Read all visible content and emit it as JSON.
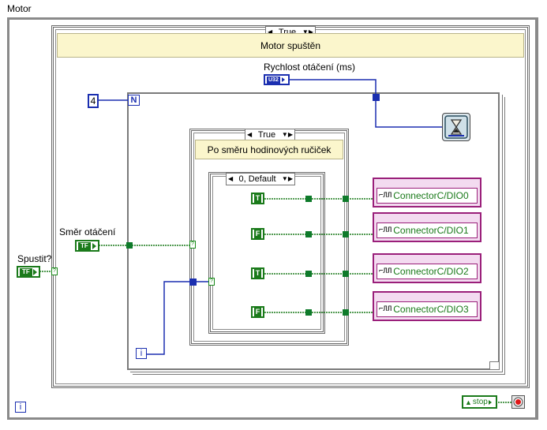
{
  "window": {
    "title": "Motor"
  },
  "outer_case": {
    "selector_value": "True",
    "label": "Motor spuštěn"
  },
  "speed_control": {
    "label": "Rychlost otáčení (ms)",
    "type_badge": "U32"
  },
  "for_loop": {
    "count_constant": "4",
    "count_terminal": "N",
    "iteration_terminal": "i"
  },
  "inner_case": {
    "selector_value": "True",
    "label": "Po směru hodinových ručiček"
  },
  "index_case": {
    "selector_value": "0, Default"
  },
  "direction_control": {
    "label": "Směr otáčení",
    "badge": "TF"
  },
  "start_control": {
    "label": "Spustit?",
    "badge": "TF"
  },
  "constants": [
    "T",
    "F",
    "T",
    "F"
  ],
  "dio_channels": [
    "ConnectorC/DIO0",
    "ConnectorC/DIO1",
    "ConnectorC/DIO2",
    "ConnectorC/DIO3"
  ],
  "while_loop": {
    "iteration_terminal": "i",
    "stop_label": "stop"
  },
  "colors": {
    "boolean_wire": "#1a7a1a",
    "numeric_wire": "#1b2fb0",
    "dio_wire": "#1a7a1a",
    "dio_border": "#9a1f7a",
    "case_label_bg": "#fbf6cc"
  },
  "icons": [
    "wait-ms-icon",
    "stop-terminal-icon",
    "waveform-icon"
  ]
}
